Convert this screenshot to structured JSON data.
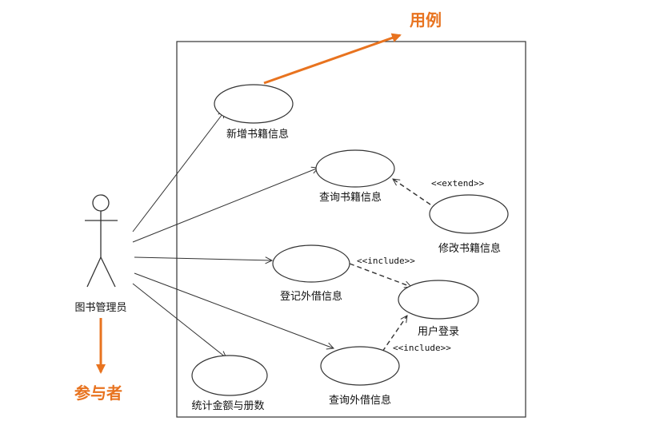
{
  "colors": {
    "line": "#333333",
    "accent": "#e8731f"
  },
  "actor": {
    "label": "图书管理员"
  },
  "use_cases": [
    {
      "id": "add-book",
      "label": "新增书籍信息"
    },
    {
      "id": "query-book",
      "label": "查询书籍信息"
    },
    {
      "id": "modify-book",
      "label": "修改书籍信息"
    },
    {
      "id": "register-loan",
      "label": "登记外借信息"
    },
    {
      "id": "user-login",
      "label": "用户登录"
    },
    {
      "id": "stats",
      "label": "统计金额与册数"
    },
    {
      "id": "query-loan",
      "label": "查询外借信息"
    }
  ],
  "relations": {
    "extend_label": "<<extend>>",
    "include_label_1": "<<include>>",
    "include_label_2": "<<include>>"
  },
  "callouts": {
    "use_case": "用例",
    "actor": "参与者"
  }
}
